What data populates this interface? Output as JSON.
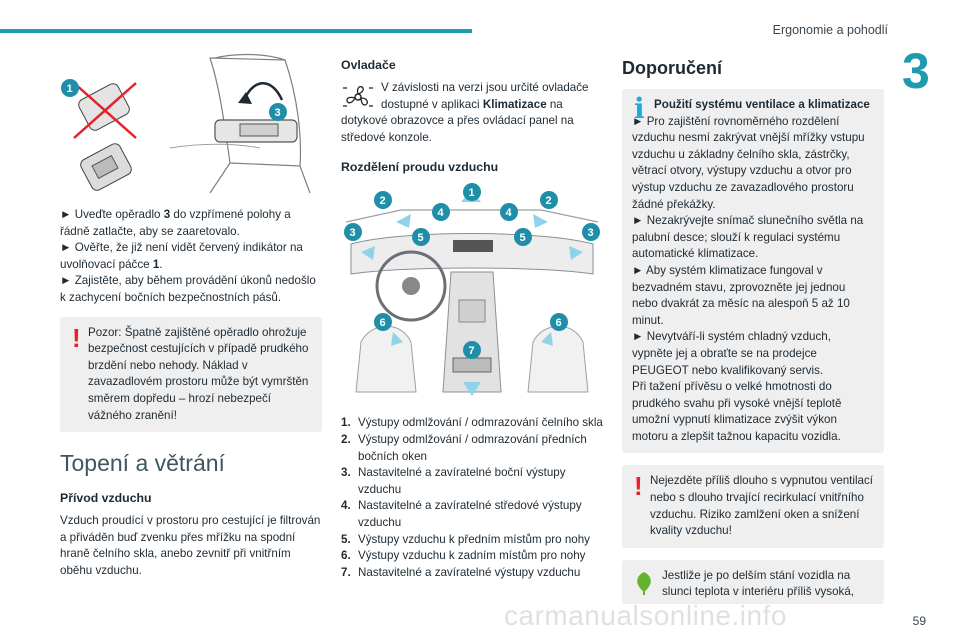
{
  "header": {
    "title": "Ergonomie a pohodlí",
    "chapter": "3",
    "page": "59"
  },
  "watermark": "carmanualsonline.info",
  "left": {
    "figure": {
      "label1": "1",
      "label3": "3"
    },
    "steps": [
      {
        "prefix": "►",
        "text_a": "Uveďte opěradlo ",
        "bold": "3",
        "text_b": " do vzpřímené polohy a řádně zatlačte, aby se zaaretovalo."
      },
      {
        "prefix": "►",
        "text_a": "Ověřte, že již není vidět červený indikátor na uvolňovací páčce ",
        "bold": "1",
        "text_b": "."
      },
      {
        "prefix": "►",
        "text_a": "Zajistěte, aby během provádění úkonů nedošlo k zachycení bočních bezpečnostních pásů.",
        "bold": "",
        "text_b": ""
      }
    ],
    "warning": "Pozor: Špatně zajištěné opěradlo ohrožuje bezpečnost cestujících v případě prudkého brzdění nebo nehody. Náklad v zavazadlovém prostoru může být vymrštěn směrem dopředu – hrozí nebezpečí vážného zranění!",
    "section_title": "Topení a větrání",
    "subtitle": "Přívod vzduchu",
    "paragraph": "Vzduch proudící v prostoru pro cestující je filtrován a přiváděn buď zvenku přes mřížku na spodní hraně čelního skla, anebo zevnitř při vnitřním oběhu vzduchu."
  },
  "middle": {
    "subtitle": "Ovladače",
    "controls_a": "V závislosti na verzi jsou určité ovladače dostupné v aplikaci ",
    "controls_bold": "Klimatizace",
    "controls_b": " na dotykové obrazovce a přes ovládací panel na středové konzole.",
    "subtitle2": "Rozdělení proudu vzduchu",
    "badges": [
      "1",
      "2",
      "3",
      "4",
      "5",
      "6",
      "7"
    ],
    "legend": [
      {
        "n": "1.",
        "text": "Výstupy odmlžování / odmrazování čelního skla"
      },
      {
        "n": "2.",
        "text": "Výstupy odmlžování / odmrazování předních bočních oken"
      },
      {
        "n": "3.",
        "text": "Nastavitelné a zavíratelné boční výstupy vzduchu"
      },
      {
        "n": "4.",
        "text": "Nastavitelné a zavíratelné středové výstupy vzduchu"
      },
      {
        "n": "5.",
        "text": "Výstupy vzduchu k předním místům pro nohy"
      },
      {
        "n": "6.",
        "text": "Výstupy vzduchu k zadním místům pro nohy"
      },
      {
        "n": "7.",
        "text": "Nastavitelné a zavíratelné výstupy vzduchu"
      }
    ]
  },
  "right": {
    "title": "Doporučení",
    "info_title": "Použití systému ventilace a klimatizace",
    "info_items": [
      "► Pro zajištění rovnoměrného rozdělení vzduchu nesmí zakrývat vnější mřížky vstupu vzduchu u základny čelního skla, zástrčky, větrací otvory, výstupy vzduchu a otvor pro výstup vzduchu ze zavazadlového prostoru žádné překážky.",
      "► Nezakrývejte snímač slunečního světla na palubní desce; slouží k regulaci systému automatické klimatizace.",
      "► Aby systém klimatizace fungoval v bezvadném stavu, zprovozněte jej jednou nebo dvakrát za měsíc na alespoň 5 až 10 minut.",
      "► Nevytváří-li systém chladný vzduch, vypněte jej a obraťte se na prodejce PEUGEOT nebo kvalifikovaný servis.",
      "Při tažení přívěsu o velké hmotnosti do prudkého svahu při vysoké vnější teplotě umožní vypnutí klimatizace zvýšit výkon motoru a zlepšit tažnou kapacitu vozidla."
    ],
    "warning": "Nejezděte příliš dlouho s vypnutou ventilací nebo s dlouho trvající recirkulací vnitřního vzduchu. Riziko zamlžení oken a snížení kvality vzduchu!",
    "eco": "Jestliže je po delším stání vozidla na slunci teplota v interiéru příliš vysoká,"
  }
}
